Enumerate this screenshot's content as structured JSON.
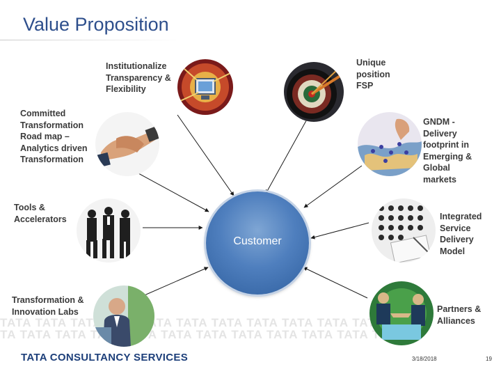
{
  "title": "Value Proposition",
  "center": {
    "label": "Customer"
  },
  "nodes": {
    "institutionalize": {
      "label": "Institutionalize\nTransparency &\nFlexibility",
      "image": "computer-network-photo"
    },
    "unique_position": {
      "label": "Unique\nposition\nFSP",
      "image": "dartboard-photo"
    },
    "committed_transformation": {
      "label": "Committed\nTransformation\nRoad map –\nAnalytics driven\nTransformation",
      "image": "handshake-photo"
    },
    "gndm": {
      "label": "GNDM -\nDelivery\nfootprint in\nEmerging &\nGlobal\nmarkets",
      "image": "map-pins-photo"
    },
    "tools": {
      "label": "Tools &\nAccelerators",
      "image": "business-people-walking-photo"
    },
    "integrated_service": {
      "label": "Integrated\nService\nDelivery\nModel",
      "image": "keypad-photo"
    },
    "transformation_labs": {
      "label": "Transformation &\nInnovation Labs",
      "image": "businessman-photo"
    },
    "partners": {
      "label": "Partners &\nAlliances",
      "image": "partners-handshake-photo"
    }
  },
  "watermark": "TATA TATA TATA TATA TATA TATA TATA TATA TATA TATA TATA TATA",
  "footer": {
    "logo": "TATA CONSULTANCY SERVICES",
    "date": "3/18/2018",
    "page": "19"
  },
  "colors": {
    "title": "#2e4f8c",
    "center": "#4f7fbe",
    "logo": "#1d3f7a"
  }
}
